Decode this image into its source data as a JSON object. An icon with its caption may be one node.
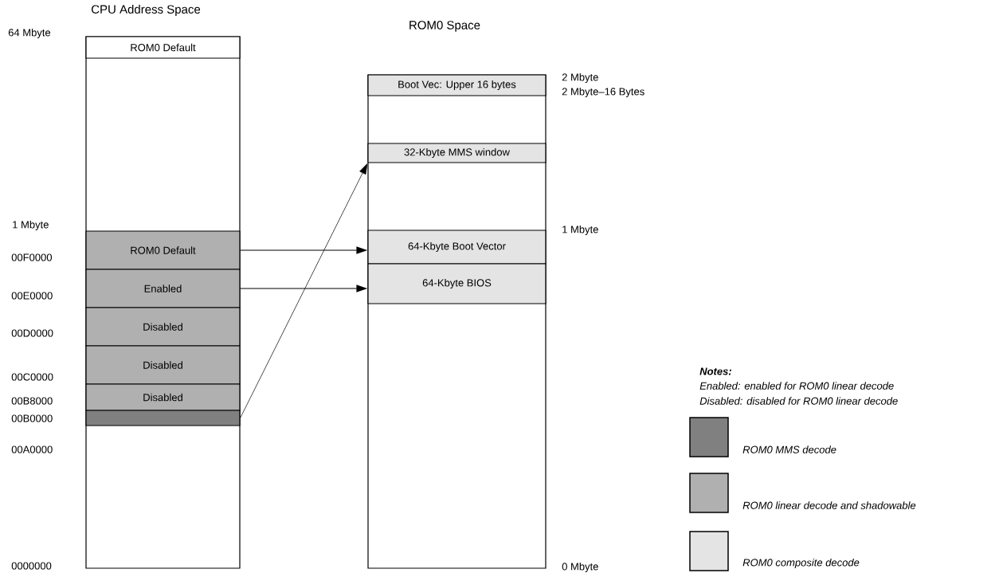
{
  "diagram": {
    "nodes": [
      {
        "text": [
          "CPU Address Space"
        ]
      },
      {
        "text": [
          "ROM0 Default"
        ],
        "in": 0
      },
      {
        "text": [
          "ROM0 Default"
        ],
        "in": 0
      },
      {
        "text": [
          "Enabled"
        ],
        "in": 0
      },
      {
        "text": [
          "Disabled"
        ],
        "in": 0
      },
      {
        "text": [
          "Disabled"
        ],
        "in": 0
      },
      {
        "text": [
          "Disabled"
        ],
        "in": 0
      },
      {
        "text": [],
        "shape": "bar",
        "in": 0
      },
      {
        "text": [
          "ROM0 Space"
        ]
      },
      {
        "text": [
          "Boot Vec: Upper 16 bytes"
        ],
        "in": 8
      },
      {
        "text": [
          "32-Kbyte MMS window"
        ],
        "in": 8
      },
      {
        "text": [
          "64-Kbyte Boot Vector"
        ],
        "in": 8
      },
      {
        "text": [
          "64-Kbyte BIOS"
        ],
        "in": 8
      }
    ],
    "edges": [
      {
        "from": 2,
        "to": 11,
        "arrow": "to"
      },
      {
        "from": 3,
        "to": 12,
        "arrow": "to"
      },
      {
        "from": 7,
        "to": 10,
        "arrow": "to"
      }
    ],
    "labels": [
      "64 Mbyte",
      "1 Mbyte",
      "00F0000",
      "00E0000",
      "00D0000",
      "00C0000",
      "00B8000",
      "00B0000",
      "00A0000",
      "0000000",
      "2 Mbyte",
      "2 Mbyte–16 Bytes",
      "1 Mbyte",
      "0 Mbyte",
      "Notes:",
      "Enabled: enabled for ROM0 linear decode",
      "Disabled: disabled for ROM0 linear decode"
    ],
    "legend": [
      {
        "text": "ROM0 MMS decode",
        "color": "#808080"
      },
      {
        "text": "ROM0 linear decode and shadowable",
        "color": "#b0b0b0"
      },
      {
        "text": "ROM0 composite decode",
        "color": "#e4e4e4"
      }
    ]
  }
}
